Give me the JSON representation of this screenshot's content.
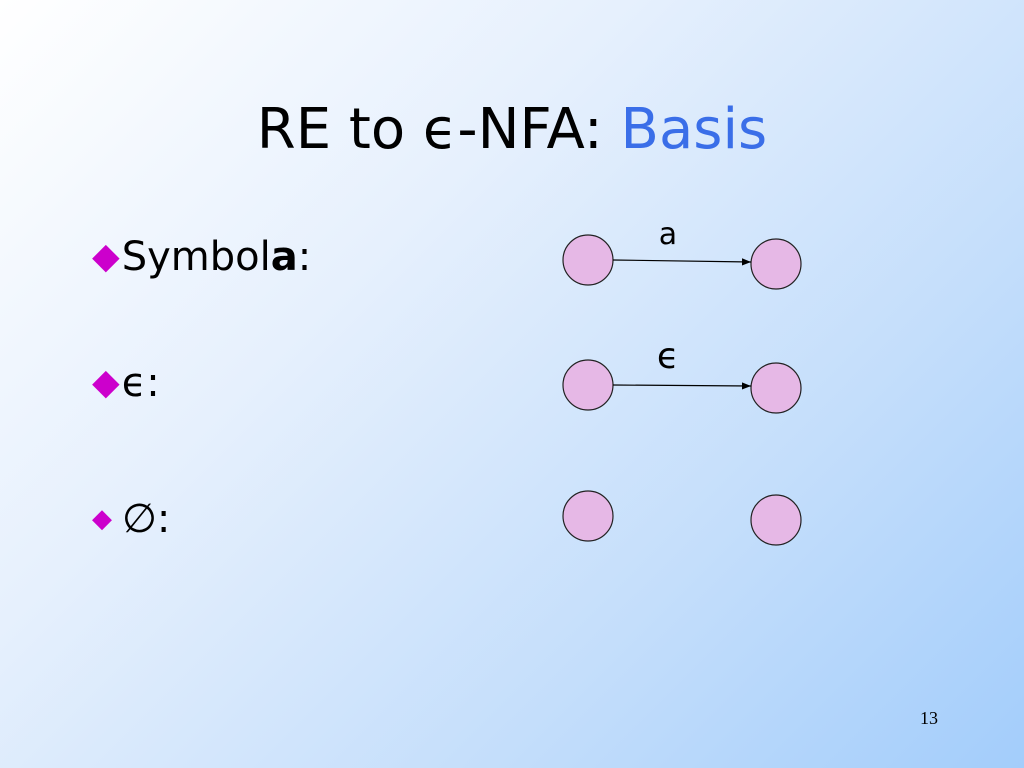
{
  "title": {
    "main": "RE to ϵ-NFA: ",
    "accent": "Basis"
  },
  "bullets": [
    {
      "label": "Symbol ",
      "bold": "a",
      "suffix": ":"
    },
    {
      "label": "ϵ:"
    },
    {
      "label": "∅:"
    }
  ],
  "diagrams": [
    {
      "edge_label": "a"
    },
    {
      "edge_label": "ϵ"
    },
    {
      "edge_label": ""
    }
  ],
  "page_number": "13",
  "colors": {
    "accent": "#3a6ee8",
    "bullet": "#cc00cc",
    "state_fill": "#e6b8e6"
  }
}
